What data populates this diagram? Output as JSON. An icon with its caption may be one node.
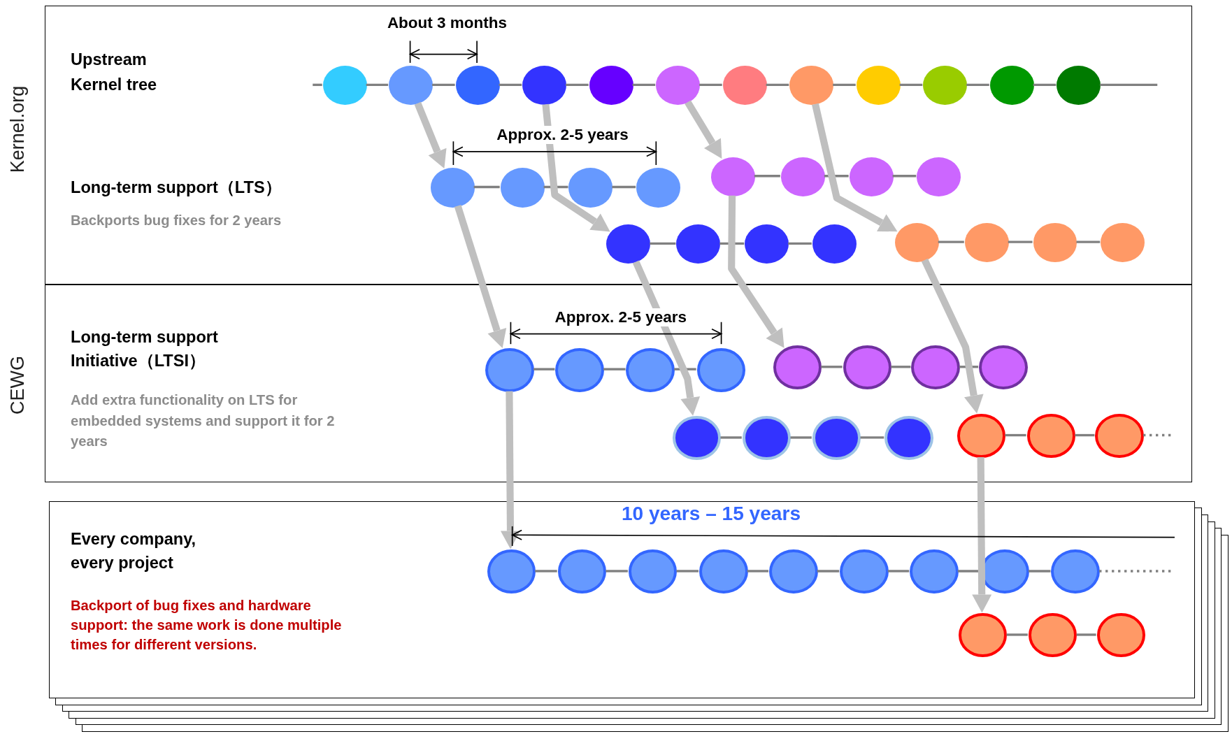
{
  "diagram": {
    "nodes": [
      {
        "text": [
          "Upstream Kernel tree",
          "Long-term support（LTS）",
          "Backports bug fixes for 2 years"
        ]
      },
      {
        "text": [],
        "shape": "circle",
        "in": 0
      },
      {
        "text": [],
        "shape": "circle",
        "in": 0
      },
      {
        "text": [],
        "shape": "circle",
        "in": 0
      },
      {
        "text": [],
        "shape": "circle",
        "in": 0
      },
      {
        "text": [],
        "shape": "circle",
        "in": 0
      },
      {
        "text": [],
        "shape": "circle",
        "in": 0
      },
      {
        "text": [],
        "shape": "circle",
        "in": 0
      },
      {
        "text": [],
        "shape": "circle",
        "in": 0
      },
      {
        "text": [],
        "shape": "circle",
        "in": 0
      },
      {
        "text": [],
        "shape": "circle",
        "in": 0
      },
      {
        "text": [],
        "shape": "circle",
        "in": 0
      },
      {
        "text": [],
        "shape": "circle",
        "in": 0
      },
      {
        "text": [],
        "shape": "circle",
        "in": 0
      },
      {
        "text": [],
        "shape": "circle",
        "in": 0
      },
      {
        "text": [],
        "shape": "circle",
        "in": 0
      },
      {
        "text": [],
        "shape": "circle",
        "in": 0
      },
      {
        "text": [],
        "shape": "circle",
        "in": 0
      },
      {
        "text": [],
        "shape": "circle",
        "in": 0
      },
      {
        "text": [],
        "shape": "circle",
        "in": 0
      },
      {
        "text": [],
        "shape": "circle",
        "in": 0
      },
      {
        "text": [],
        "shape": "circle",
        "in": 0
      },
      {
        "text": [],
        "shape": "circle",
        "in": 0
      },
      {
        "text": [],
        "shape": "circle",
        "in": 0
      },
      {
        "text": [],
        "shape": "circle",
        "in": 0
      },
      {
        "text": [],
        "shape": "circle",
        "in": 0
      },
      {
        "text": [],
        "shape": "circle",
        "in": 0
      },
      {
        "text": [],
        "shape": "circle",
        "in": 0
      },
      {
        "text": [],
        "shape": "circle",
        "in": 0
      },
      {
        "text": [
          "Long-term support Initiative（LTSI）",
          "Add extra functionality on LTS for embedded systems and support it for 2 years"
        ]
      },
      {
        "text": [],
        "shape": "circle",
        "in": 29
      },
      {
        "text": [],
        "shape": "circle",
        "in": 29
      },
      {
        "text": [],
        "shape": "circle",
        "in": 29
      },
      {
        "text": [],
        "shape": "circle",
        "in": 29
      },
      {
        "text": [],
        "shape": "circle",
        "in": 29
      },
      {
        "text": [],
        "shape": "circle",
        "in": 29
      },
      {
        "text": [],
        "shape": "circle",
        "in": 29
      },
      {
        "text": [],
        "shape": "circle",
        "in": 29
      },
      {
        "text": [],
        "shape": "circle",
        "in": 29
      },
      {
        "text": [],
        "shape": "circle",
        "in": 29
      },
      {
        "text": [],
        "shape": "circle",
        "in": 29
      },
      {
        "text": [],
        "shape": "circle",
        "in": 29
      },
      {
        "text": [],
        "shape": "circle",
        "in": 29
      },
      {
        "text": [],
        "shape": "circle",
        "in": 29
      },
      {
        "text": [],
        "shape": "circle",
        "in": 29
      },
      {
        "text": [
          "Every company, every project",
          "Backport of bug fixes and hardware support: the same work is done multiple times for different versions."
        ]
      },
      {
        "text": [],
        "shape": "circle",
        "in": 45
      },
      {
        "text": [],
        "shape": "circle",
        "in": 45
      },
      {
        "text": [],
        "shape": "circle",
        "in": 45
      },
      {
        "text": [],
        "shape": "circle",
        "in": 45
      },
      {
        "text": [],
        "shape": "circle",
        "in": 45
      },
      {
        "text": [],
        "shape": "circle",
        "in": 45
      },
      {
        "text": [],
        "shape": "circle",
        "in": 45
      },
      {
        "text": [],
        "shape": "circle",
        "in": 45
      },
      {
        "text": [],
        "shape": "circle",
        "in": 45
      },
      {
        "text": [],
        "shape": "circle",
        "in": 45
      },
      {
        "text": [],
        "shape": "circle",
        "in": 45
      },
      {
        "text": [],
        "shape": "circle",
        "in": 45
      }
    ],
    "edges": [
      {
        "from": null,
        "to": 1,
        "arrow": "none"
      },
      {
        "from": 1,
        "to": 2,
        "arrow": "none"
      },
      {
        "from": 2,
        "to": 3,
        "arrow": "none"
      },
      {
        "from": 3,
        "to": 4,
        "arrow": "none"
      },
      {
        "from": 4,
        "to": 5,
        "arrow": "none"
      },
      {
        "from": 5,
        "to": 6,
        "arrow": "none"
      },
      {
        "from": 6,
        "to": 7,
        "arrow": "none"
      },
      {
        "from": 7,
        "to": 8,
        "arrow": "none"
      },
      {
        "from": 8,
        "to": 9,
        "arrow": "none"
      },
      {
        "from": 9,
        "to": 10,
        "arrow": "none"
      },
      {
        "from": 10,
        "to": 11,
        "arrow": "none"
      },
      {
        "from": 11,
        "to": 12,
        "arrow": "none"
      },
      {
        "from": 12,
        "to": null,
        "arrow": "none"
      },
      {
        "from": 13,
        "to": 14,
        "arrow": "none"
      },
      {
        "from": 14,
        "to": 15,
        "arrow": "none"
      },
      {
        "from": 15,
        "to": 16,
        "arrow": "none"
      },
      {
        "from": 17,
        "to": 18,
        "arrow": "none"
      },
      {
        "from": 18,
        "to": 19,
        "arrow": "none"
      },
      {
        "from": 19,
        "to": 20,
        "arrow": "none"
      },
      {
        "from": 21,
        "to": 22,
        "arrow": "none"
      },
      {
        "from": 22,
        "to": 23,
        "arrow": "none"
      },
      {
        "from": 23,
        "to": 24,
        "arrow": "none"
      },
      {
        "from": 25,
        "to": 26,
        "arrow": "none"
      },
      {
        "from": 26,
        "to": 27,
        "arrow": "none"
      },
      {
        "from": 27,
        "to": 28,
        "arrow": "none"
      },
      {
        "from": 30,
        "to": 31,
        "arrow": "none"
      },
      {
        "from": 31,
        "to": 32,
        "arrow": "none"
      },
      {
        "from": 32,
        "to": 33,
        "arrow": "none"
      },
      {
        "from": 34,
        "to": 35,
        "arrow": "none"
      },
      {
        "from": 35,
        "to": 36,
        "arrow": "none"
      },
      {
        "from": 36,
        "to": 37,
        "arrow": "none"
      },
      {
        "from": 38,
        "to": 39,
        "arrow": "none"
      },
      {
        "from": 39,
        "to": 40,
        "arrow": "none"
      },
      {
        "from": 40,
        "to": 41,
        "arrow": "none"
      },
      {
        "from": 42,
        "to": 43,
        "arrow": "none"
      },
      {
        "from": 43,
        "to": 44,
        "arrow": "none"
      },
      {
        "from": 44,
        "to": null,
        "arrow": "none",
        "style": "dashed"
      },
      {
        "from": 46,
        "to": 47,
        "arrow": "none"
      },
      {
        "from": 47,
        "to": 48,
        "arrow": "none"
      },
      {
        "from": 48,
        "to": 49,
        "arrow": "none"
      },
      {
        "from": 49,
        "to": 50,
        "arrow": "none"
      },
      {
        "from": 50,
        "to": 51,
        "arrow": "none"
      },
      {
        "from": 51,
        "to": 52,
        "arrow": "none"
      },
      {
        "from": 52,
        "to": 53,
        "arrow": "none"
      },
      {
        "from": 53,
        "to": 54,
        "arrow": "none"
      },
      {
        "from": 54,
        "to": null,
        "arrow": "none",
        "style": "dashed"
      },
      {
        "from": 55,
        "to": 56,
        "arrow": "none"
      },
      {
        "from": 56,
        "to": 57,
        "arrow": "none"
      },
      {
        "from": 2,
        "to": 13,
        "arrow": "to",
        "style": "thick",
        "color": "#bfbfbf"
      },
      {
        "from": 4,
        "to": 21,
        "arrow": "to",
        "style": "thick",
        "color": "#bfbfbf"
      },
      {
        "from": 6,
        "to": 17,
        "arrow": "to",
        "style": "thick",
        "color": "#bfbfbf"
      },
      {
        "from": 8,
        "to": 25,
        "arrow": "to",
        "style": "thick",
        "color": "#bfbfbf"
      },
      {
        "from": 13,
        "to": 30,
        "arrow": "to",
        "style": "thick",
        "color": "#bfbfbf"
      },
      {
        "from": 21,
        "to": 38,
        "arrow": "to",
        "style": "thick",
        "color": "#bfbfbf"
      },
      {
        "from": 17,
        "to": 34,
        "arrow": "to",
        "style": "thick",
        "color": "#bfbfbf"
      },
      {
        "from": 25,
        "to": 42,
        "arrow": "to",
        "style": "thick",
        "color": "#bfbfbf"
      },
      {
        "from": 30,
        "to": 46,
        "arrow": "to",
        "style": "thick",
        "color": "#bfbfbf"
      },
      {
        "from": 42,
        "to": 55,
        "arrow": "to",
        "style": "thick",
        "color": "#bfbfbf"
      }
    ],
    "labels": [
      "Kernel.org",
      "About 3 months",
      "Approx. 2-5 years",
      "CEWG",
      "Approx. 2-5 years",
      "10 years – 15 years"
    ]
  }
}
